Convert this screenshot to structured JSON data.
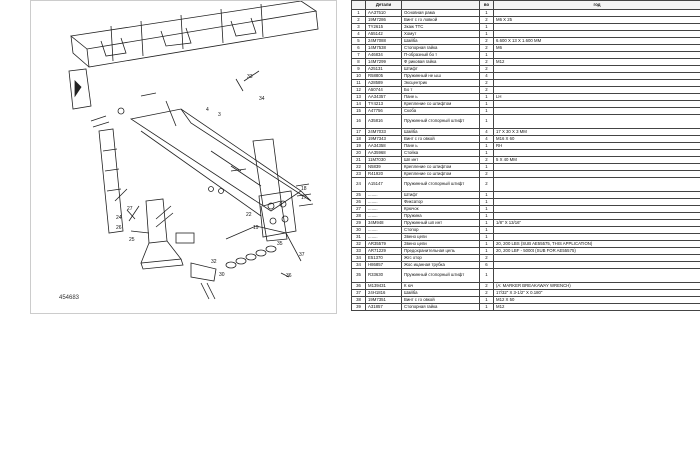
{
  "diagram": {
    "figure_id": "454683",
    "callouts": [
      "33",
      "34",
      "4",
      "3",
      "31",
      "37",
      "36",
      "35",
      "24",
      "26",
      "25",
      "27",
      "28",
      "29",
      "32",
      "30",
      "22",
      "19",
      "17",
      "18",
      "23",
      "38"
    ]
  },
  "table": {
    "headers": [
      "",
      "Детали",
      "",
      "во",
      ""
    ],
    "header_sub": "год",
    "rows": [
      {
        "no": "1",
        "part": "AA37510",
        "name": "Основная рама",
        "qty": "1",
        "rem": ""
      },
      {
        "no": "2",
        "part": "19M7286",
        "name": "Винт с го ловкой",
        "qty": "2",
        "rem": "M6 X 25"
      },
      {
        "no": "3",
        "part": "TY2615",
        "name": "Зкаж ТТС",
        "qty": "1",
        "rem": ""
      },
      {
        "no": "4",
        "part": "A55142",
        "name": "Хомут",
        "qty": "1",
        "rem": ""
      },
      {
        "no": "5",
        "part": "24M7088",
        "name": "Шайба",
        "qty": "2",
        "rem": "6.600 X 13 X 1.600 MM"
      },
      {
        "no": "6",
        "part": "14M7538",
        "name": "Стопорная гайка",
        "qty": "2",
        "rem": "M6"
      },
      {
        "no": "7",
        "part": "A46834",
        "name": "П-образный бо т",
        "qty": "1",
        "rem": ""
      },
      {
        "no": "8",
        "part": "14M7299",
        "name": "Ф риковая гайка",
        "qty": "2",
        "rem": "M12"
      },
      {
        "no": "9",
        "part": "A25131",
        "name": "Штифт",
        "qty": "2",
        "rem": ""
      },
      {
        "no": "10",
        "part": "R58805",
        "name": "Пружинный не ыш",
        "qty": "4",
        "rem": ""
      },
      {
        "no": "11",
        "part": "A28589",
        "name": "Эксцентрик",
        "qty": "2",
        "rem": ""
      },
      {
        "no": "12",
        "part": "A50744",
        "name": "Бо т",
        "qty": "2",
        "rem": ""
      },
      {
        "no": "13",
        "part": "AA34357",
        "name": "Пане ь",
        "qty": "1",
        "rem": "LH"
      },
      {
        "no": "14",
        "part": "TY4213",
        "name": "Крепление со штифтом",
        "qty": "1",
        "rem": ""
      },
      {
        "no": "15",
        "part": "A47756",
        "name": "Скоба",
        "qty": "1",
        "rem": ""
      },
      {
        "no": "16",
        "part": "A35816",
        "name": "Пружинный стопорный штифт",
        "qty": "1",
        "rem": "",
        "tall": true
      },
      {
        "no": "17",
        "part": "24M7033",
        "name": "Шайба",
        "qty": "4",
        "rem": "17 X 30 X 3 MM"
      },
      {
        "no": "18",
        "part": "19M7343",
        "name": "Винт с го овкой",
        "qty": "4",
        "rem": "M16 X 60"
      },
      {
        "no": "19",
        "part": "AA34358",
        "name": "Пане ь",
        "qty": "1",
        "rem": "RH"
      },
      {
        "no": "20",
        "part": "AA35968",
        "name": "Стойка",
        "qty": "1",
        "rem": ""
      },
      {
        "no": "21",
        "part": "11M7030",
        "name": "Шп инт",
        "qty": "2",
        "rem": "5 X 40 MM"
      },
      {
        "no": "22",
        "part": "N5839",
        "name": "Крепление со штифтом",
        "qty": "1",
        "rem": ""
      },
      {
        "no": "23",
        "part": "R41920",
        "name": "Крепление со штифтом",
        "qty": "2",
        "rem": ""
      },
      {
        "no": "24",
        "part": "A15147",
        "name": "Пружинный стопорный штифт",
        "qty": "2",
        "rem": "",
        "tall": true
      },
      {
        "no": "25",
        "part": "........",
        "name": "Штифт",
        "qty": "1",
        "rem": ""
      },
      {
        "no": "26",
        "part": "........",
        "name": "Фиксатор",
        "qty": "1",
        "rem": ""
      },
      {
        "no": "27",
        "part": "........",
        "name": "Крючок",
        "qty": "1",
        "rem": ""
      },
      {
        "no": "28",
        "part": "........",
        "name": "Пружина",
        "qty": "1",
        "rem": ""
      },
      {
        "no": "29",
        "part": "34M948",
        "name": "Пружинный шп инт",
        "qty": "1",
        "rem": "1/8\" X 13/16\""
      },
      {
        "no": "30",
        "part": "........",
        "name": "Стопор",
        "qty": "1",
        "rem": ""
      },
      {
        "no": "31",
        "part": "........",
        "name": "Звено цепи",
        "qty": "1",
        "rem": ""
      },
      {
        "no": "32",
        "part": "AR35579",
        "name": "Звено цепи",
        "qty": "1",
        "rem": "20, 200 LBS (SUB AE55575, THIS APPLICATION)"
      },
      {
        "no": "33",
        "part": "AR71229",
        "name": "Предохранительная цепь",
        "qty": "1",
        "rem": "20, 200 LBF - 5000t (SUB FOR AE55575)"
      },
      {
        "no": "34",
        "part": "E51370",
        "name": "Жгс отор",
        "qty": "2",
        "rem": ""
      },
      {
        "no": "34",
        "part": "H86857",
        "name": "Жос ицанная трубка",
        "qty": "6",
        "rem": ""
      },
      {
        "no": "35",
        "part": "R33630",
        "name": "Пружинный стопорный штифт",
        "qty": "1",
        "rem": "",
        "tall": true
      },
      {
        "no": "36",
        "part": "M139431",
        "name": "К юч",
        "qty": "2",
        "rem": "(A: MARKER BREAKAWAY WRENCH)"
      },
      {
        "no": "37",
        "part": "24H1816",
        "name": "Шайба",
        "qty": "2",
        "rem": "17/32\" X 3-1/2\" X 0.180\""
      },
      {
        "no": "38",
        "part": "19M7351",
        "name": "Винт с го овкой",
        "qty": "1",
        "rem": "M12 X 50"
      },
      {
        "no": "39",
        "part": "A31857",
        "name": "Стопорная гайка",
        "qty": "1",
        "rem": "M12"
      }
    ]
  }
}
